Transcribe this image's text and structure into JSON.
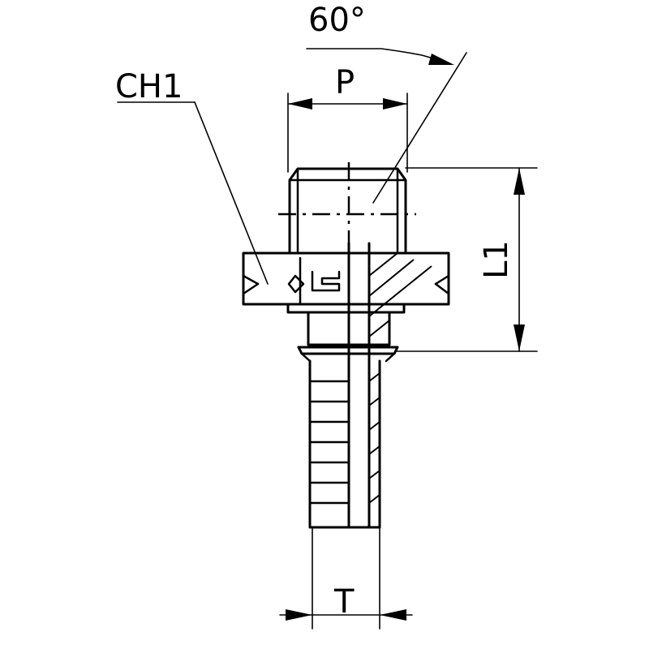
{
  "labels": {
    "angle": "60°",
    "hex": "CH1",
    "thread": "P",
    "length": "L1",
    "tail": "T"
  }
}
